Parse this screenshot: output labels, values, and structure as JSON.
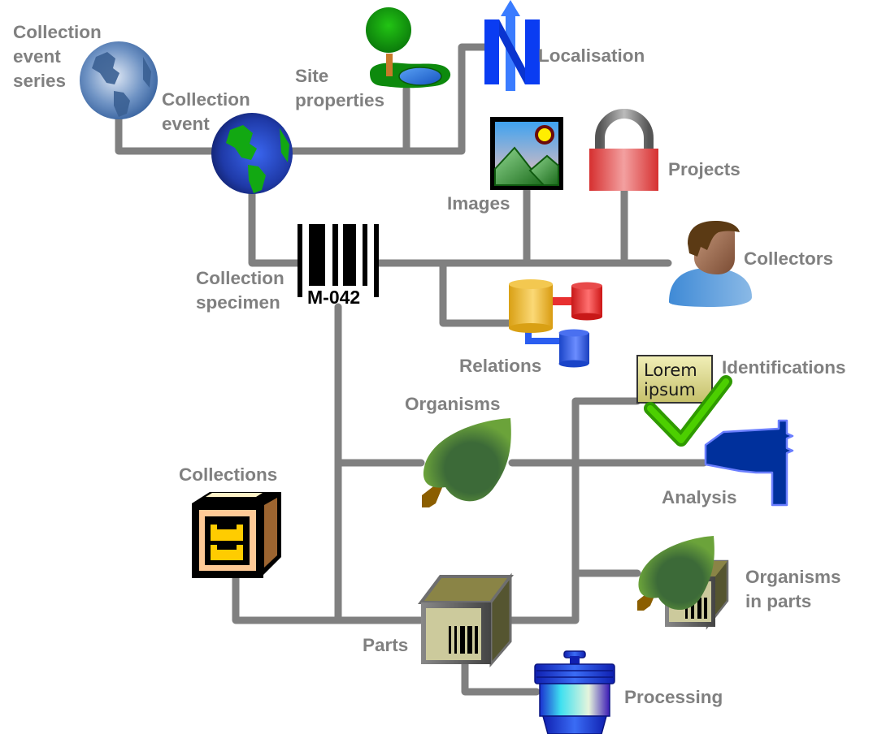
{
  "diagram": {
    "title": "Collection data model",
    "nodes": {
      "collection_event_series": {
        "label_lines": [
          "Collection",
          "event",
          "series"
        ],
        "icon": "globe-muted-icon"
      },
      "collection_event": {
        "label_lines": [
          "Collection",
          "event"
        ],
        "icon": "globe-icon"
      },
      "site_properties": {
        "label_lines": [
          "Site",
          "properties"
        ],
        "icon": "tree-pond-icon"
      },
      "localisation": {
        "label": "Localisation",
        "icon": "north-arrow-icon"
      },
      "images": {
        "label": "Images",
        "icon": "picture-icon"
      },
      "projects": {
        "label": "Projects",
        "icon": "padlock-icon"
      },
      "collectors": {
        "label": "Collectors",
        "icon": "person-icon"
      },
      "collection_specimen": {
        "label_lines": [
          "Collection",
          "specimen"
        ],
        "icon": "barcode-icon",
        "code": "M-042"
      },
      "relations": {
        "label": "Relations",
        "icon": "database-relations-icon"
      },
      "identifications": {
        "label": "Identifications",
        "icon": "lorem-checkmark-icon",
        "icon_text_lines": [
          "Lorem",
          "ipsum"
        ]
      },
      "analysis": {
        "label": "Analysis",
        "icon": "caliper-icon"
      },
      "organisms": {
        "label": "Organisms",
        "icon": "leaf-icon"
      },
      "collections": {
        "label": "Collections",
        "icon": "cabinet-icon"
      },
      "parts": {
        "label": "Parts",
        "icon": "barcode-box-icon"
      },
      "organisms_in_parts": {
        "label_lines": [
          "Organisms",
          "in parts"
        ],
        "icon": "leaf-box-icon"
      },
      "processing": {
        "label": "Processing",
        "icon": "container-icon"
      }
    },
    "edges": [
      [
        "collection_event_series",
        "collection_event"
      ],
      [
        "collection_event",
        "site_properties"
      ],
      [
        "collection_event",
        "localisation"
      ],
      [
        "collection_event",
        "collection_specimen"
      ],
      [
        "collection_specimen",
        "images"
      ],
      [
        "collection_specimen",
        "projects"
      ],
      [
        "collection_specimen",
        "collectors"
      ],
      [
        "collection_specimen",
        "relations"
      ],
      [
        "collection_specimen",
        "organisms"
      ],
      [
        "collection_specimen",
        "parts"
      ],
      [
        "collections",
        "parts"
      ],
      [
        "organisms",
        "identifications"
      ],
      [
        "organisms",
        "analysis"
      ],
      [
        "parts",
        "organisms_in_parts"
      ],
      [
        "parts",
        "processing"
      ]
    ]
  }
}
